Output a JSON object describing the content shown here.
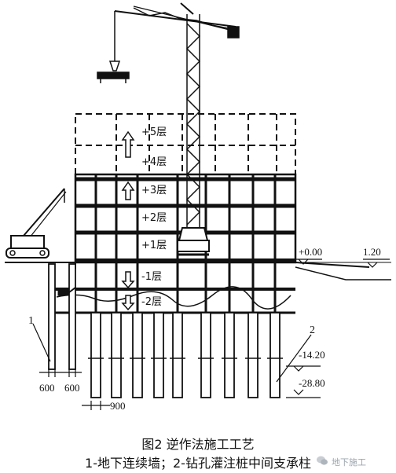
{
  "figure": {
    "floors": [
      "+5层",
      "+4层",
      "+3层",
      "+2层",
      "+1层",
      "-1层",
      "-2层"
    ],
    "elevations": {
      "ground": "+0.00",
      "outside": "1.20",
      "pile_mid": "-14.20",
      "pile_bottom": "-28.80"
    },
    "dimensions": {
      "wall_thickness_1": "600",
      "wall_thickness_2": "600",
      "pile_diameter": "900"
    },
    "callouts": {
      "item1": "1",
      "item2": "2"
    }
  },
  "caption": {
    "title": "图2  逆作法施工工艺",
    "legend": "1-地下连续墙；2-钻孔灌注桩中间支承柱"
  },
  "watermark": {
    "text": "地下施工",
    "icon": "wechat-icon"
  }
}
